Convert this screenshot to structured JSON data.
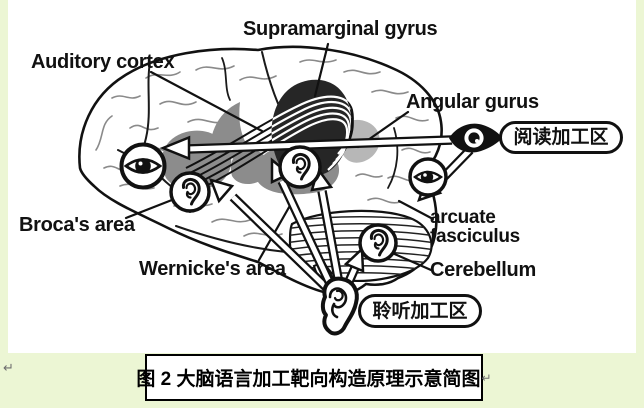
{
  "colors": {
    "page_bg": "#ECF6D4",
    "canvas_bg": "#FFFFFF",
    "ink": "#111111",
    "region_dark": "#262626",
    "region_gray": "#8C8C8C",
    "region_light": "#B7B7B7",
    "sulci_gray": "#8A8A8A",
    "return_gray": "#6E6E6E"
  },
  "brain_labels": {
    "supramarginal": "Supramarginal gyrus",
    "auditory": "Auditory cortex",
    "angular": "Angular gurus",
    "broca": "Broca's area",
    "wernicke": "Wernicke's area",
    "arcuate_line1": "arcuate",
    "arcuate_line2": "fasciculus",
    "cerebellum": "Cerebellum"
  },
  "callouts": {
    "reading": "阅读加工区",
    "listening": "聆听加工区"
  },
  "caption": {
    "text": "图 2 大脑语言加工靶向构造原理示意简图",
    "return_mark": "↵"
  },
  "page_marks": {
    "paragraph_return": "↵"
  },
  "icons": {
    "eye": "eye-icon",
    "ear": "ear-icon"
  }
}
